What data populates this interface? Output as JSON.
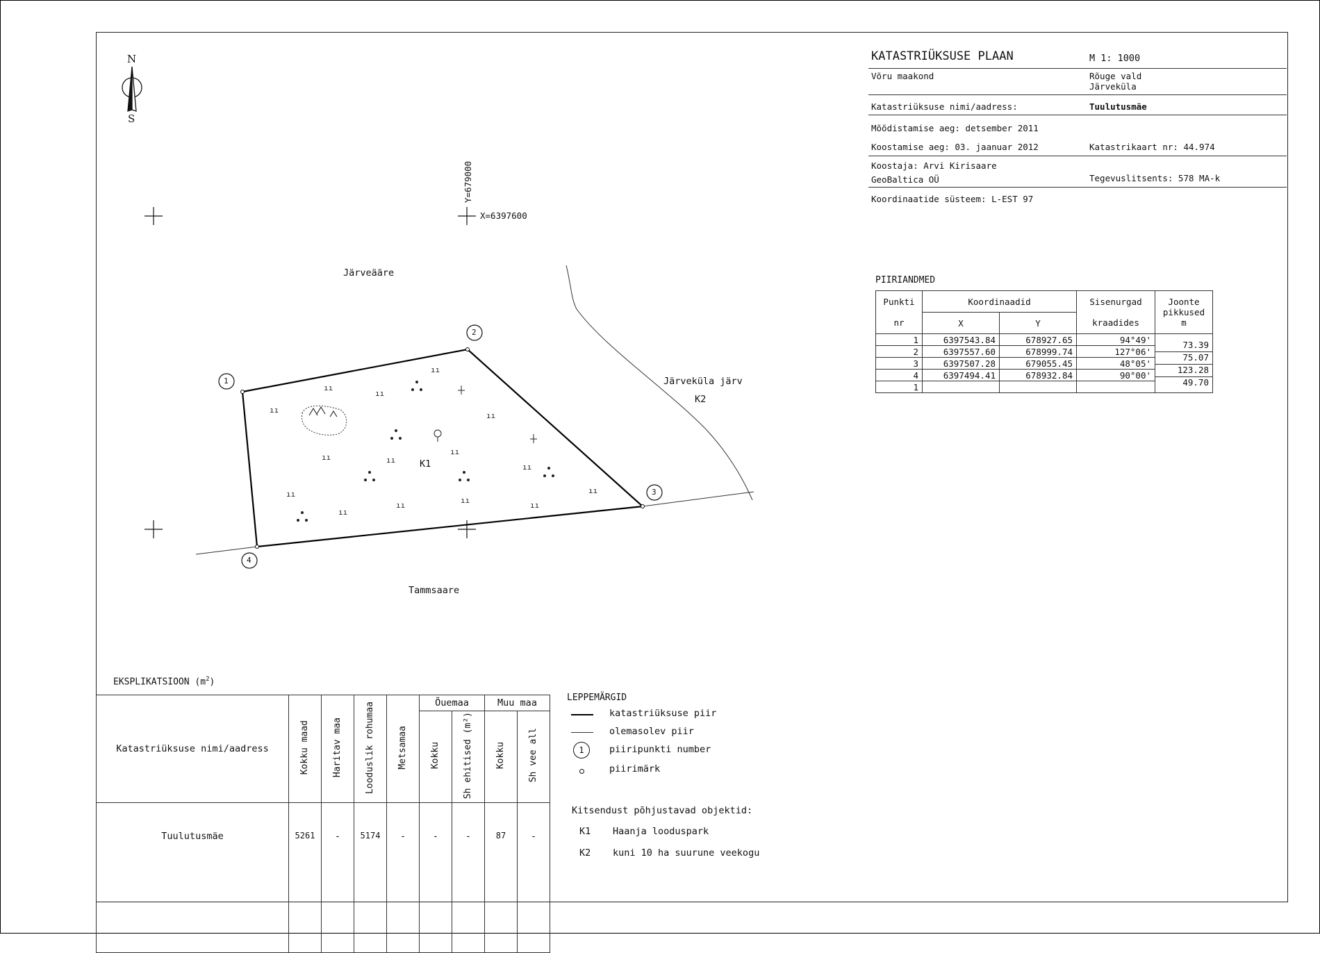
{
  "title_block": {
    "title": "KATASTRIÜKSUSE PLAAN",
    "scale": "M 1: 1000",
    "county": "Võru maakond",
    "parish": "Rõuge vald",
    "village": "Järveküla",
    "name_label": "Katastriüksuse nimi/aadress:",
    "name_value": "Tuulutusmäe",
    "survey_time": "Mõõdistamise aeg:  detsember 2011",
    "compiled_time": "Koostamise aeg:  03. jaanuar 2012",
    "cadastral_map": "Katastrikaart nr:  44.974",
    "compiler": "Koostaja: Arvi Kirisaare",
    "company": "GeoBaltica OÜ",
    "license": "Tegevuslitsents: 578 MA-k",
    "coord_system": "Koordinaatide süsteem: L-EST 97"
  },
  "compass": {
    "north": "N",
    "south": "S"
  },
  "grid": {
    "y_label": "Y=679000",
    "x_label": "X=6397600"
  },
  "map_labels": {
    "neighbor_north": "Järveääre",
    "neighbor_south": "Tammsaare",
    "lake": "Järveküla järv",
    "lake_code": "K2",
    "parcel_code": "K1",
    "points": [
      "1",
      "2",
      "3",
      "4"
    ]
  },
  "piiriandmed": {
    "title": "PIIRIANDMED",
    "headers": {
      "point": "Punkti",
      "point2": "nr",
      "coords": "Koordinaadid",
      "x": "X",
      "y": "Y",
      "angles": "Sisenurgad",
      "angles2": "kraadides",
      "lengths": "Joonte",
      "lengths2": "pikkused",
      "lengths3": "m"
    },
    "rows": [
      {
        "nr": "1",
        "x": "6397543.84",
        "y": "678927.65",
        "angle": "94°49'"
      },
      {
        "nr": "2",
        "x": "6397557.60",
        "y": "678999.74",
        "angle": "127°06'"
      },
      {
        "nr": "3",
        "x": "6397507.28",
        "y": "679055.45",
        "angle": "48°05'"
      },
      {
        "nr": "4",
        "x": "6397494.41",
        "y": "678932.84",
        "angle": "90°00'"
      },
      {
        "nr": "1",
        "x": "",
        "y": "",
        "angle": ""
      }
    ],
    "lengths": [
      "73.39",
      "75.07",
      "123.28",
      "49.70"
    ]
  },
  "eksplikatsioon": {
    "title": "EKSPLIKATSIOON (m",
    "title_sup": "2",
    "title_end": ")",
    "col_name": "Katastriüksuse nimi/aadress",
    "col_total": "Kokku maad",
    "col_arable": "Haritav maa",
    "col_grass": "Looduslik rohumaa",
    "col_forest": "Metsamaa",
    "group_yard": "Õuemaa",
    "col_yard_total": "Kokku",
    "col_yard_built": "Sh ehitised (m²)",
    "group_other": "Muu maa",
    "col_other_total": "Kokku",
    "col_other_water": "Sh vee all",
    "row": {
      "name": "Tuulutusmäe",
      "total": "5261",
      "arable": "-",
      "grass": "5174",
      "forest": "-",
      "yard_total": "-",
      "yard_built": "-",
      "other_total": "87",
      "other_water": "-"
    }
  },
  "legend": {
    "title": "LEPPEMÄRGID",
    "items": [
      "katastriüksuse piir",
      "olemasolev piir",
      "piiripunkti number",
      "piirimärk"
    ],
    "sample_number": "1",
    "restrictions_title": "Kitsendust põhjustavad objektid:",
    "restrictions": [
      {
        "code": "K1",
        "text": "Haanja looduspark"
      },
      {
        "code": "K2",
        "text": "kuni 10 ha suurune veekogu"
      }
    ]
  }
}
